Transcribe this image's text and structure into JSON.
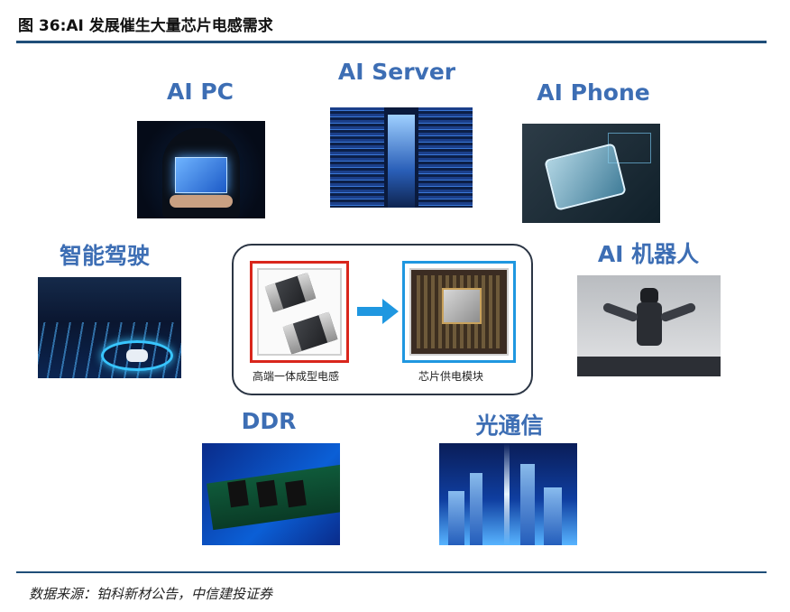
{
  "figure": {
    "title": "图 36:AI 发展催生大量芯片电感需求",
    "source": "数据来源：铂科新材公告，中信建投证券"
  },
  "applications": {
    "ai_pc": "AI PC",
    "ai_server": "AI Server",
    "ai_phone": "AI Phone",
    "smart_driving": "智能驾驶",
    "ai_robot": "AI 机器人",
    "ddr": "DDR",
    "optical_comm": "光通信"
  },
  "center": {
    "left_caption": "高端一体成型电感",
    "right_caption": "芯片供电模块"
  },
  "colors": {
    "label_blue": "#3d6eb4",
    "rule_navy": "#1f4e79",
    "inductor_frame_red": "#d9261c",
    "module_frame_blue": "#1f97e0",
    "arrow_blue": "#1f97e0"
  }
}
